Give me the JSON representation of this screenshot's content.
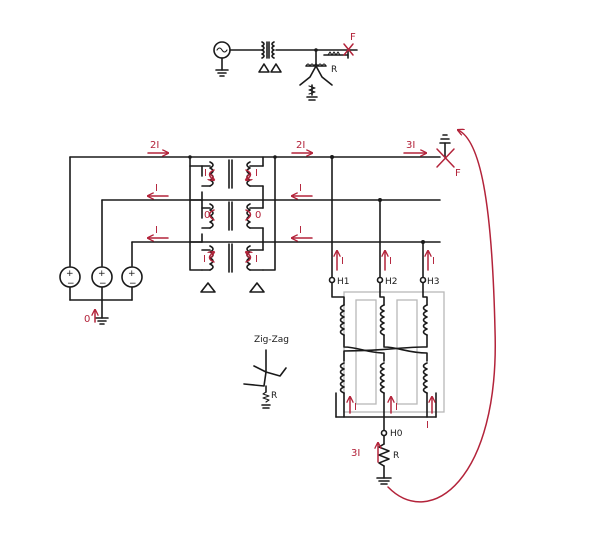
{
  "colors": {
    "ink": "#1a1a1a",
    "annotation": "#b3233a",
    "core": "#b8b8b8",
    "background": "#ffffff"
  },
  "one_line": {
    "fault_label": "F",
    "resistor_label": "R"
  },
  "main": {
    "currents": {
      "top_left": "2I",
      "top_right": "2I",
      "fault_feed": "3I",
      "mid_left": "I",
      "mid_right": "I",
      "bot_left": "I",
      "bot_right": "I",
      "w1_left": "I",
      "w1_right": "I",
      "w2_left": "0",
      "w2_right": "0",
      "w3_left": "I",
      "w3_right": "I",
      "up_h1": "I",
      "up_h2": "I",
      "up_h3": "I",
      "neutral_up": "3I",
      "ground_source": "0",
      "bottom_coil_1": "I",
      "bottom_coil_2": "I",
      "bottom_coil_3": "I"
    },
    "fault_label": "F",
    "terminals": {
      "h1": "H1",
      "h2": "H2",
      "h3": "H3",
      "h0": "H0"
    },
    "resistor_label": "R",
    "zigzag_title": "Zig-Zag",
    "zigzag_resistor": "R"
  }
}
